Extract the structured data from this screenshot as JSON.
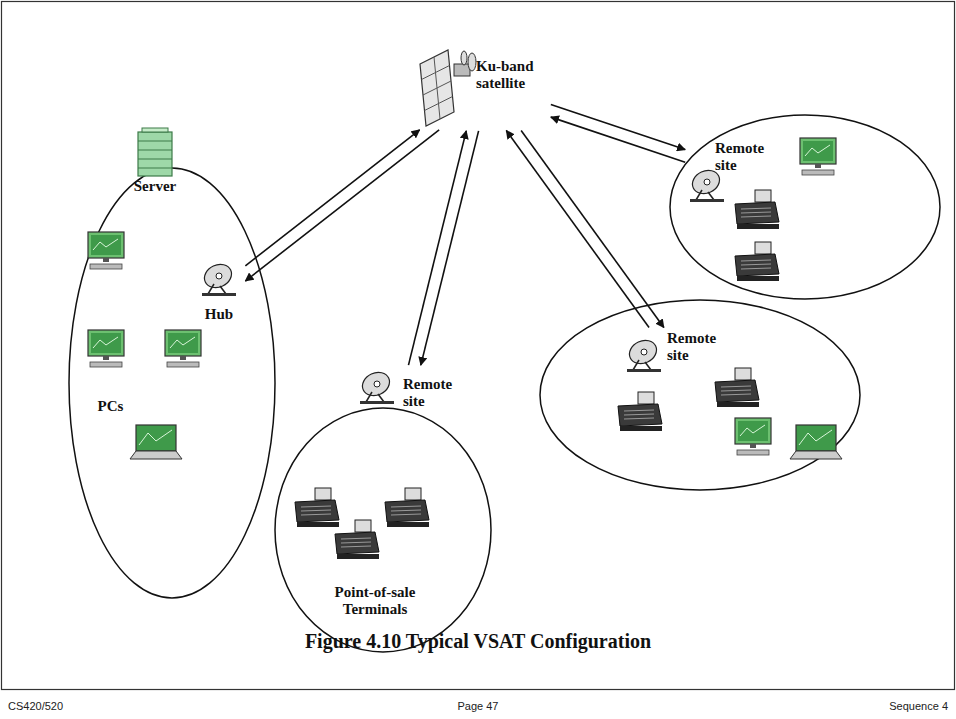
{
  "diagram": {
    "caption": "Figure 4.10 Typical VSAT Configuration",
    "nodes": [
      {
        "text": [
          "Ku-band satellite"
        ]
      },
      {
        "text": [
          "Hub"
        ]
      },
      {
        "text": [
          "Remote site"
        ]
      },
      {
        "text": [
          "Remote site"
        ]
      },
      {
        "text": [
          "Remote site"
        ]
      }
    ],
    "edges": [
      {
        "from": 1,
        "to": 0,
        "arrow": "to"
      },
      {
        "from": 0,
        "to": 1,
        "arrow": "to"
      },
      {
        "from": 4,
        "to": 0,
        "arrow": "to"
      },
      {
        "from": 0,
        "to": 4,
        "arrow": "to"
      },
      {
        "from": 3,
        "to": 0,
        "arrow": "to"
      },
      {
        "from": 0,
        "to": 3,
        "arrow": "to"
      },
      {
        "from": 2,
        "to": 0,
        "arrow": "to"
      },
      {
        "from": 0,
        "to": 2,
        "arrow": "to"
      }
    ],
    "labels": [
      "Server",
      "PCs",
      "Point-of-sale Terminals",
      "CS420/520",
      "Page 47",
      "Sequence 4"
    ]
  }
}
